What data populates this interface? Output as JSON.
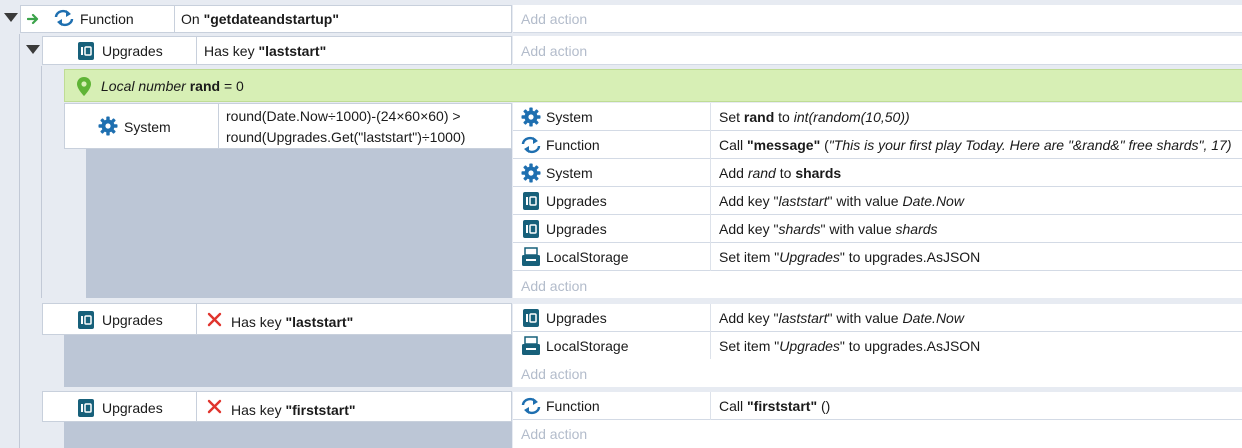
{
  "event1": {
    "object": "Function",
    "condition_prefix": "On ",
    "condition_name": "\"getdateandstartup\"",
    "add_action": "Add action"
  },
  "event2": {
    "object": "Upgrades",
    "condition_prefix": "Has key ",
    "condition_key": "\"laststart\"",
    "add_action": "Add action"
  },
  "local_var": {
    "prefix": "Local number ",
    "name": "rand",
    "suffix": " = 0"
  },
  "event3": {
    "object": "System",
    "condition_line1": "round(Date.Now÷1000)-(24×60×60) >",
    "condition_line2": "round(Upgrades.Get(\"laststart\")÷1000)",
    "actions": [
      {
        "object": "System",
        "icon": "gear-icon",
        "parts": [
          [
            "t",
            "Set "
          ],
          [
            "b",
            "rand"
          ],
          [
            "t",
            " to "
          ],
          [
            "i",
            "int(random(10,50))"
          ]
        ]
      },
      {
        "object": "Function",
        "icon": "function-icon",
        "parts": [
          [
            "t",
            "Call "
          ],
          [
            "b",
            "\"message\""
          ],
          [
            "t",
            " ("
          ],
          [
            "i",
            "\"This is your first play Today. Here are \"&rand&\" free shards\", 17)"
          ]
        ]
      },
      {
        "object": "System",
        "icon": "gear-icon",
        "parts": [
          [
            "t",
            "Add "
          ],
          [
            "i",
            "rand"
          ],
          [
            "t",
            " to "
          ],
          [
            "b",
            "shards"
          ]
        ]
      },
      {
        "object": "Upgrades",
        "icon": "dictionary-icon",
        "parts": [
          [
            "t",
            "Add key \""
          ],
          [
            "i",
            "laststart"
          ],
          [
            "t",
            "\" with value "
          ],
          [
            "i",
            "Date.Now"
          ]
        ]
      },
      {
        "object": "Upgrades",
        "icon": "dictionary-icon",
        "parts": [
          [
            "t",
            "Add key \""
          ],
          [
            "i",
            "shards"
          ],
          [
            "t",
            "\" with value "
          ],
          [
            "i",
            "shards"
          ]
        ]
      },
      {
        "object": "LocalStorage",
        "icon": "local-storage-icon",
        "parts": [
          [
            "t",
            "Set item \""
          ],
          [
            "i",
            "Upgrades"
          ],
          [
            "t",
            "\" to upgrades.AsJSON"
          ]
        ]
      }
    ],
    "add_action": "Add action"
  },
  "event4": {
    "object": "Upgrades",
    "condition_prefix": "Has key ",
    "condition_key": "\"laststart\"",
    "actions": [
      {
        "object": "Upgrades",
        "icon": "dictionary-icon",
        "parts": [
          [
            "t",
            "Add key \""
          ],
          [
            "i",
            "laststart"
          ],
          [
            "t",
            "\" with value "
          ],
          [
            "i",
            "Date.Now"
          ]
        ]
      },
      {
        "object": "LocalStorage",
        "icon": "local-storage-icon",
        "parts": [
          [
            "t",
            "Set item \""
          ],
          [
            "i",
            "Upgrades"
          ],
          [
            "t",
            "\" to upgrades.AsJSON"
          ]
        ]
      }
    ],
    "add_action": "Add action"
  },
  "event5": {
    "object": "Upgrades",
    "condition_prefix": "Has key ",
    "condition_key": "\"firststart\"",
    "actions": [
      {
        "object": "Function",
        "icon": "function-icon",
        "parts": [
          [
            "t",
            "Call "
          ],
          [
            "b",
            "\"firststart\""
          ],
          [
            "t",
            " ()"
          ]
        ]
      }
    ],
    "add_action": "Add action"
  },
  "colors": {
    "background": "#e7ebf2",
    "condition_block": "#bcc6d6",
    "local_var_bg": "#d7efb5",
    "add_action_text": "#b3bccb",
    "gear_blue": "#1e6fb0",
    "dict_teal": "#17607a",
    "invert_red": "#e0342d",
    "pin_green": "#5fb436"
  }
}
